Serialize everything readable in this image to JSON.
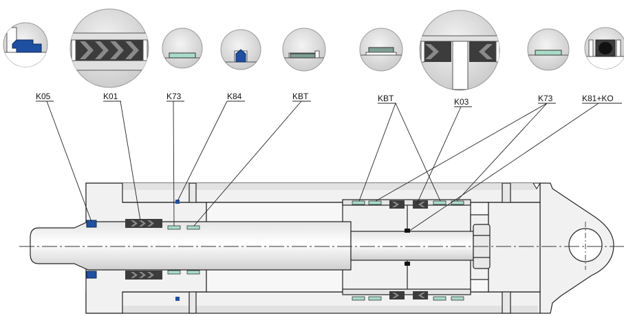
{
  "labels": {
    "k05": "K05",
    "k01": "K01",
    "k73_left": "K73",
    "k84": "K84",
    "kbt_left": "KBT",
    "kbt_right": "KBT",
    "k03": "K03",
    "k73_right": "K73",
    "k81_ko": "K81+KO"
  },
  "colors": {
    "seal_blue": "#1f4fa0",
    "guide_green": "#a8dcc8",
    "seal_dark": "#3c3c3c",
    "metal_light": "#f1f1f1",
    "metal_mid": "#dcdcdc",
    "outline": "#222222"
  },
  "details": [
    {
      "name": "detail-k05-icon"
    },
    {
      "name": "detail-k01-icon"
    },
    {
      "name": "detail-k73-left-icon"
    },
    {
      "name": "detail-k84-icon"
    },
    {
      "name": "detail-kbt-left-icon"
    },
    {
      "name": "detail-kbt-right-icon"
    },
    {
      "name": "detail-k03-icon"
    },
    {
      "name": "detail-k73-right-icon"
    },
    {
      "name": "detail-k81-ko-icon"
    }
  ]
}
